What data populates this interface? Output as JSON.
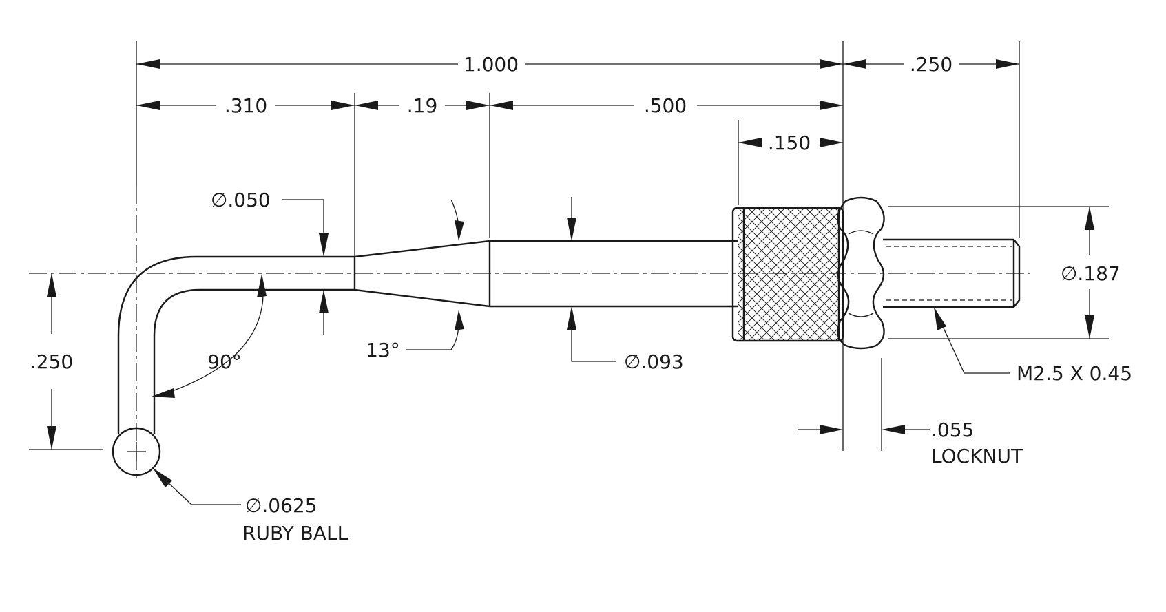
{
  "dimensions": {
    "overall_length": "1.000",
    "nut_width": ".250",
    "bend_to_taper": ".310",
    "taper_length": ".19",
    "shank_length": ".500",
    "knurl_length": ".150",
    "drop_height": ".250",
    "tip_dia": ".050",
    "bend_angle": "90°",
    "taper_angle": "13°",
    "shank_dia": ".093",
    "thread_dia": ".187",
    "thread_spec": "M2.5 X 0.45",
    "locknut_thk": ".055",
    "locknut_label": "LOCKNUT",
    "ball_dia": ".0625",
    "ball_label": "RUBY BALL"
  },
  "symbols": {
    "diameter": "∅"
  }
}
